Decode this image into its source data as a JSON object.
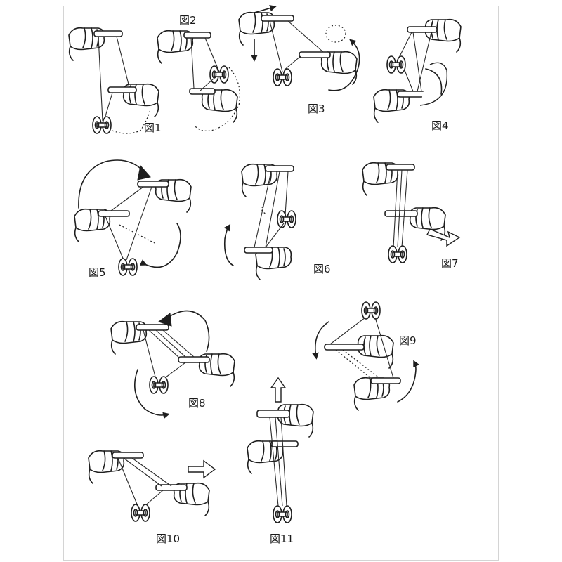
{
  "figure_labels": {
    "f1": "図1",
    "f2": "図2",
    "f3": "図3",
    "f4": "図4",
    "f5": "図5",
    "f6": "図6",
    "f7": "図7",
    "f8": "図8",
    "f9": "図9",
    "f10": "図10",
    "f11": "図11"
  }
}
